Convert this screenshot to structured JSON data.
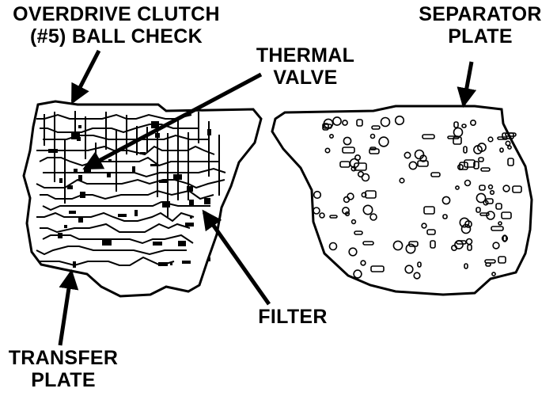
{
  "labels": {
    "overdrive_clutch": {
      "line1": "OVERDRIVE CLUTCH",
      "line2": "(#5) BALL CHECK"
    },
    "thermal_valve": {
      "line1": "THERMAL",
      "line2": "VALVE"
    },
    "separator_plate": {
      "line1": "SEPARATOR",
      "line2": "PLATE"
    },
    "filter": {
      "line1": "FILTER"
    },
    "transfer_plate": {
      "line1": "TRANSFER",
      "line2": "PLATE"
    }
  },
  "colors": {
    "ink": "#000000",
    "paper": "#ffffff"
  }
}
